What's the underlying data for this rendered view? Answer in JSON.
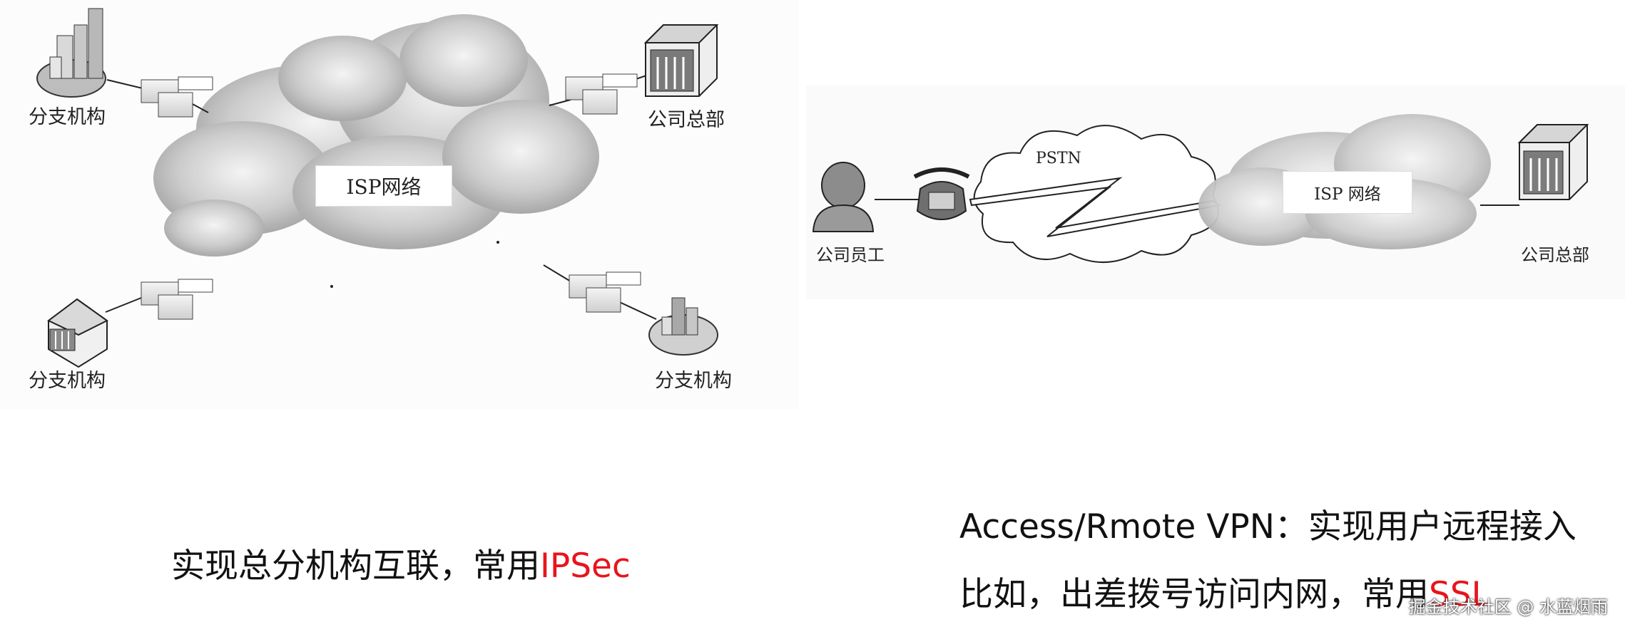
{
  "left_diagram": {
    "cloud_label": "ISP网络",
    "nodes": {
      "branch_top_left": "分支机构",
      "hq": "公司总部",
      "branch_bottom_left": "分支机构",
      "branch_bottom_right": "分支机构"
    }
  },
  "right_diagram": {
    "employee": "公司员工",
    "pstn": "PSTN",
    "cloud_label": "ISP 网络",
    "hq": "公司总部"
  },
  "captions": {
    "left_prefix": "实现总分机构互联，常用",
    "left_highlight": "IPSec",
    "right_line1": "Access/Rmote VPN：实现用户远程接入",
    "right_line2_prefix": "比如，出差拨号访问内网，常用",
    "right_line2_highlight": "SSL"
  },
  "watermark": "掘金技术社区 @ 水蓝烟雨",
  "colors": {
    "highlight": "#e8141c"
  }
}
